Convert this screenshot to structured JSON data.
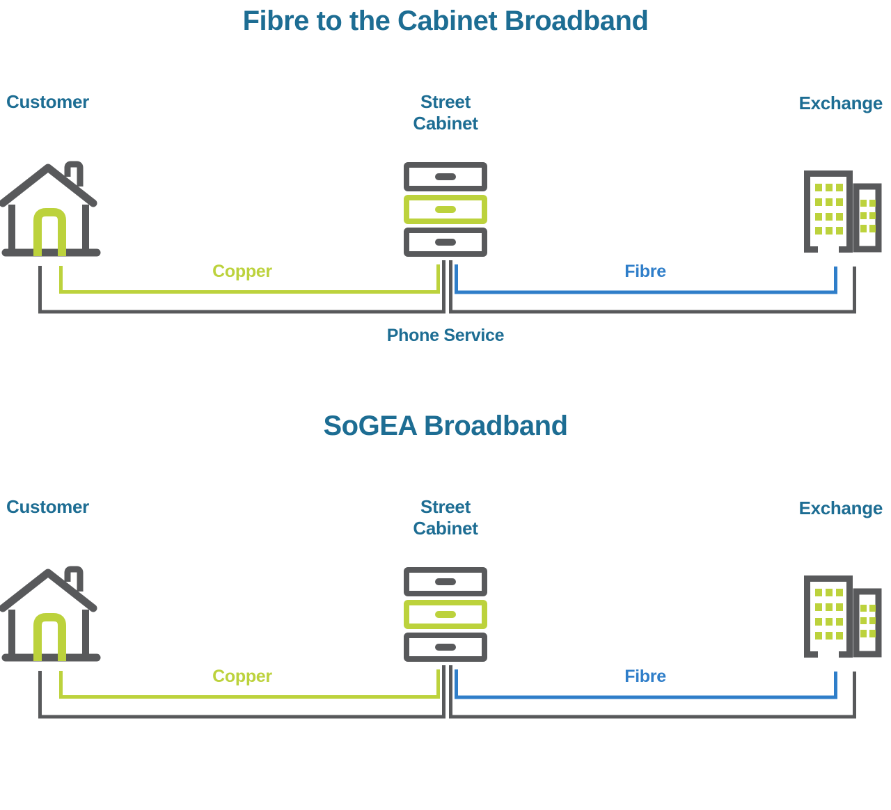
{
  "colors": {
    "heading_teal": "#1D6D93",
    "copper_lime": "#BCD23C",
    "fibre_blue": "#2F7EC9",
    "icon_gray": "#58595B"
  },
  "diagrams": [
    {
      "title": "Fibre to the Cabinet Broadband",
      "nodes": {
        "customer": "Customer",
        "street_cabinet_line1": "Street",
        "street_cabinet_line2": "Cabinet",
        "exchange": "Exchange"
      },
      "links": {
        "copper": "Copper",
        "fibre": "Fibre",
        "phone_service": "Phone Service"
      }
    },
    {
      "title": "SoGEA Broadband",
      "nodes": {
        "customer": "Customer",
        "street_cabinet_line1": "Street",
        "street_cabinet_line2": "Cabinet",
        "exchange": "Exchange"
      },
      "links": {
        "copper": "Copper",
        "fibre": "Fibre"
      }
    }
  ]
}
